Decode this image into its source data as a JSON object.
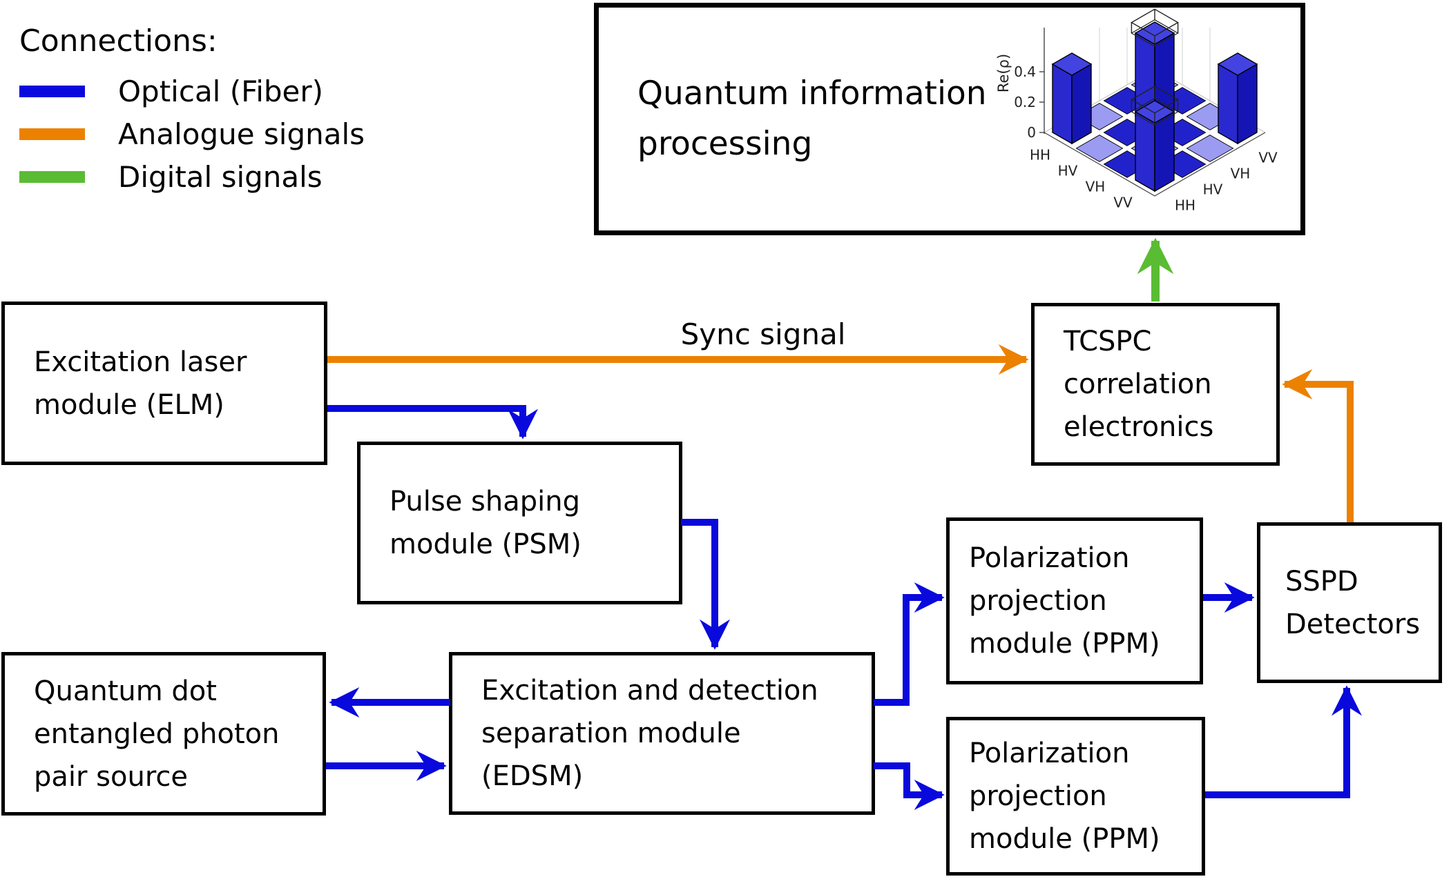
{
  "legend": {
    "title": "Connections:",
    "items": [
      {
        "key": "optical",
        "label": "Optical (Fiber)",
        "color": "#0909dd"
      },
      {
        "key": "analogue",
        "label": "Analogue signals",
        "color": "#ec8100"
      },
      {
        "key": "digital",
        "label": "Digital signals",
        "color": "#5abc33"
      }
    ]
  },
  "labels": {
    "sync": "Sync signal"
  },
  "boxes": {
    "qip": {
      "lines": [
        "Quantum information",
        "processing"
      ]
    },
    "elm": {
      "lines": [
        "Excitation laser",
        "module (ELM)"
      ]
    },
    "psm": {
      "lines": [
        "Pulse shaping",
        "module (PSM)"
      ]
    },
    "qd": {
      "lines": [
        "Quantum dot",
        "entangled photon",
        "pair source"
      ]
    },
    "edsm": {
      "lines": [
        "Excitation and detection",
        "separation module",
        "(EDSM)"
      ]
    },
    "ppm1": {
      "lines": [
        "Polarization",
        "projection",
        "module (PPM)"
      ]
    },
    "ppm2": {
      "lines": [
        "Polarization",
        "projection",
        "module (PPM)"
      ]
    },
    "sspd": {
      "lines": [
        "SSPD",
        "Detectors"
      ]
    },
    "tcspc": {
      "lines": [
        "TCSPC",
        "correlation",
        "electronics"
      ]
    }
  },
  "chart_data": {
    "type": "bar",
    "subtype": "bar3d-density-matrix",
    "zlabel": "Re(ρ)",
    "zticks": [
      0,
      0.2,
      0.4
    ],
    "zlim": [
      0,
      0.6
    ],
    "row_labels": [
      "HH",
      "HV",
      "VH",
      "VV"
    ],
    "col_labels": [
      "HH",
      "HV",
      "VH",
      "VV"
    ],
    "values": [
      [
        0.02,
        0.01,
        0.02,
        0.45
      ],
      [
        0.01,
        0.55,
        0.02,
        0.01
      ],
      [
        0.02,
        0.01,
        0.03,
        0.02
      ],
      [
        0.45,
        0.02,
        0.01,
        0.45
      ]
    ],
    "ideal_wireframe": [
      [
        0,
        0,
        0,
        0
      ],
      [
        0,
        0.62,
        0,
        0
      ],
      [
        0,
        0,
        0,
        0
      ],
      [
        0,
        0,
        0,
        0.53
      ]
    ],
    "colors": {
      "bar_top": "#4343e2",
      "bar_left": "#2929cf",
      "bar_right": "#1515b5",
      "tile_dark": "#2222cc",
      "tile_light": "#9b9bf2",
      "axis": "#444444",
      "grid": "#d8d8d8"
    },
    "legend_position": "none",
    "grid": true
  }
}
